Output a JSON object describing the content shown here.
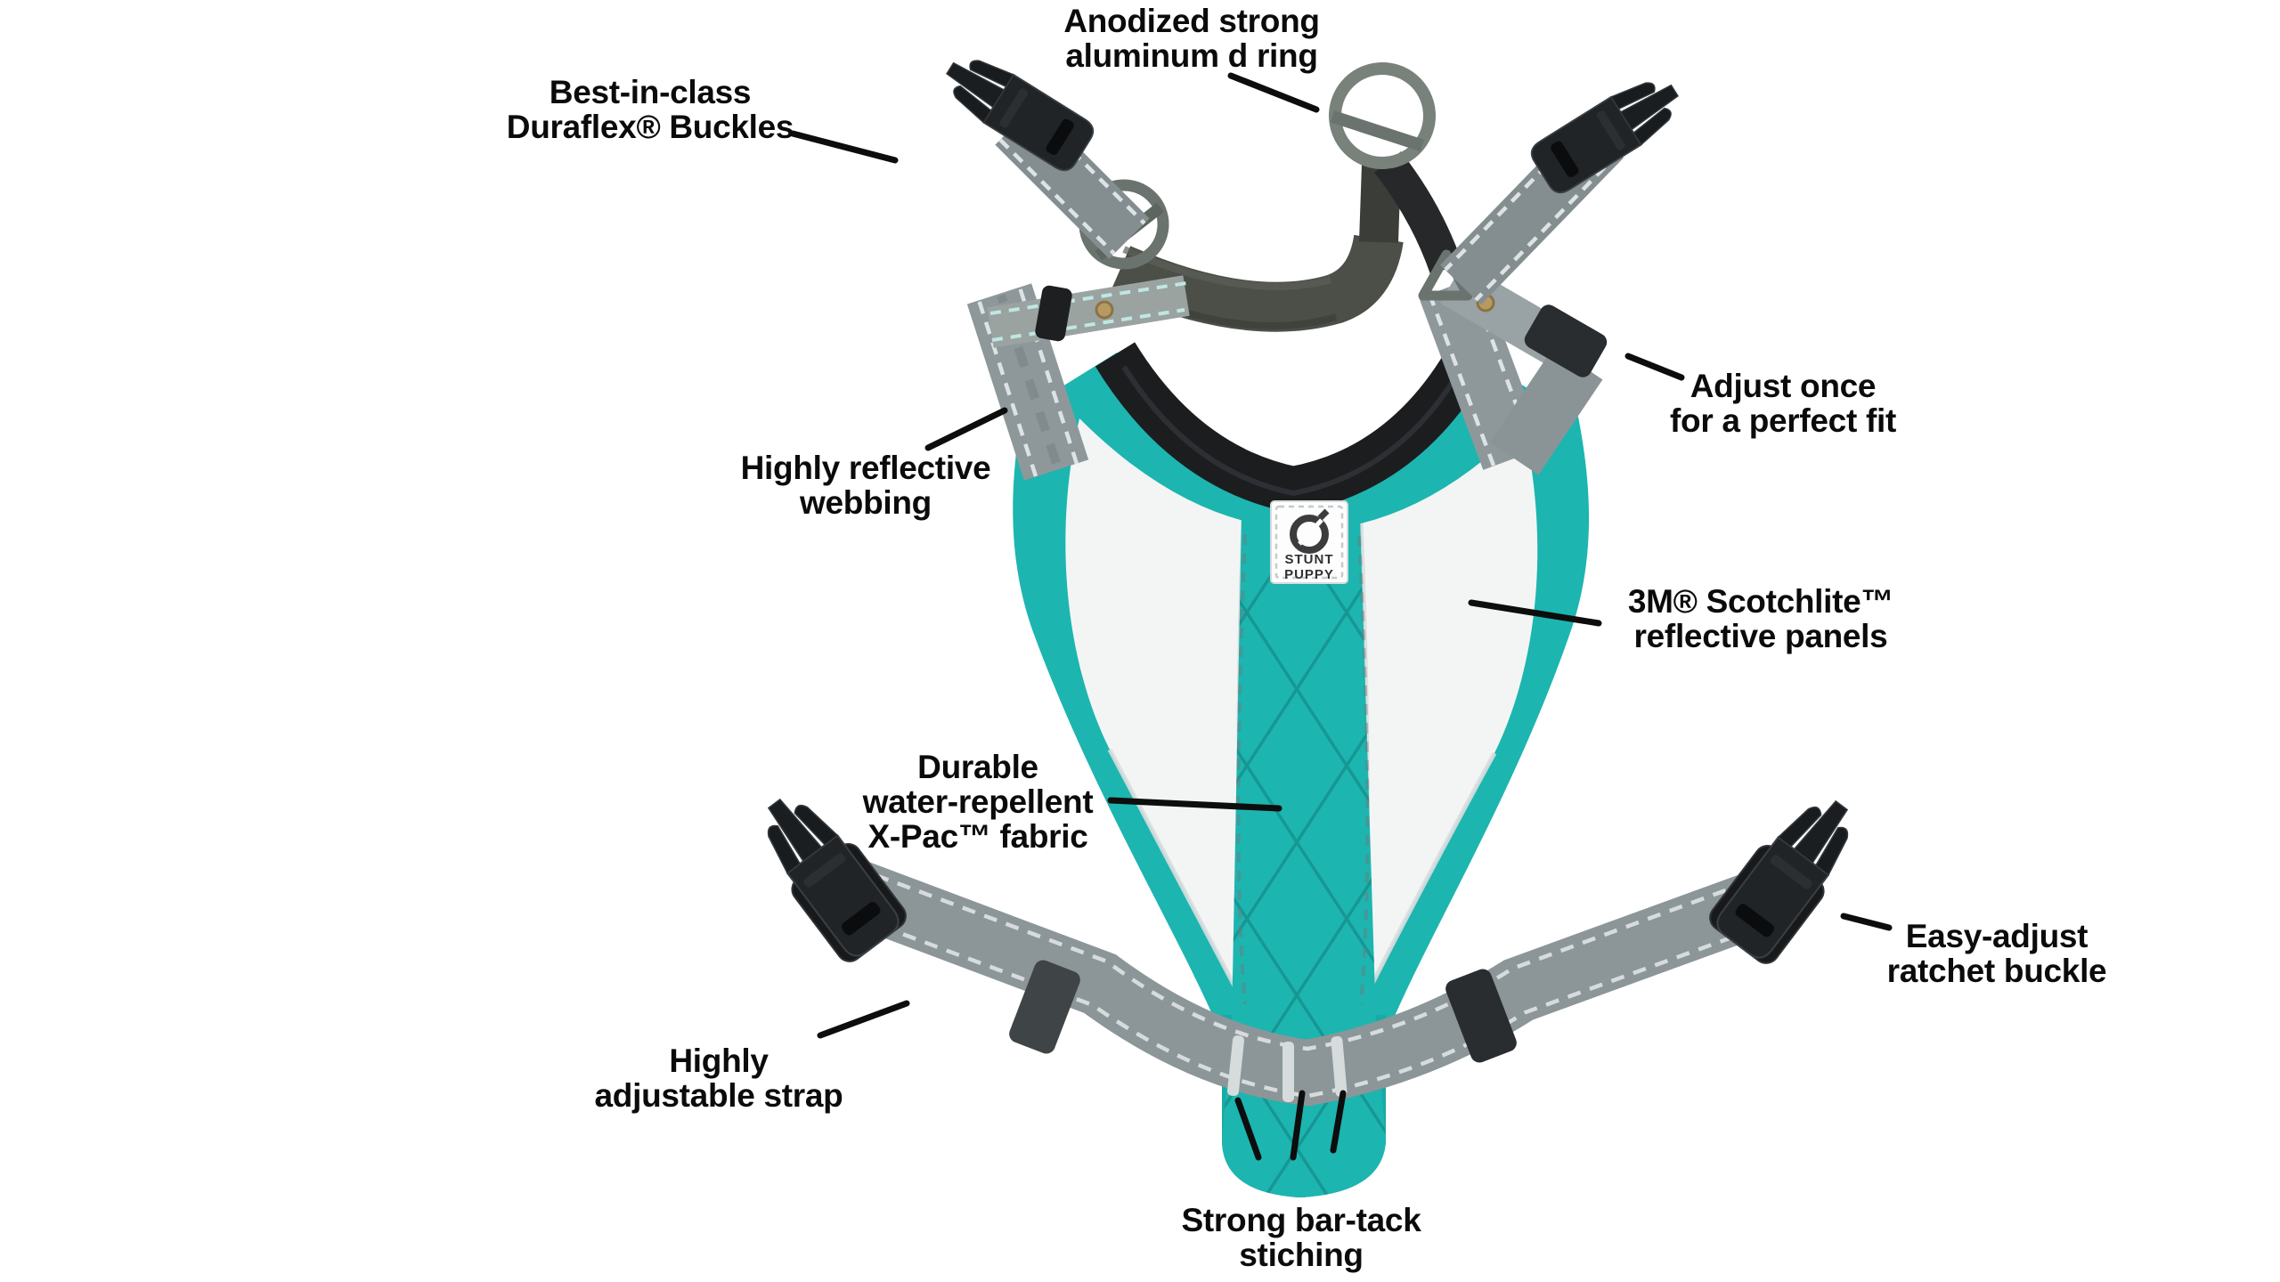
{
  "page": {
    "description": "Annotated product diagram of a teal Stunt Puppy dog harness on white background"
  },
  "colors": {
    "background": "#ffffff",
    "teal_fabric": "#1db5b0",
    "teal_dark": "#129d98",
    "white_panel": "#f3f5f5",
    "collar_black": "#1c1d1f",
    "webbing_gray": "#8e989a",
    "webbing_stitch": "#dde3e4",
    "dark_strap_olive": "#4b4f48",
    "metal_ring": "#6b736e",
    "buckle_black": "#212427",
    "label_text": "#0b0b0b"
  },
  "logo_patch": {
    "brand_line1": "STUNT",
    "brand_line2": "PUPPY",
    "icon": "stunt-puppy-ring-logo"
  },
  "annotations": {
    "duraflex_buckles": {
      "line1": "Best-in-class",
      "line2": "Duraflex® Buckles"
    },
    "aluminum_d_ring": {
      "line1": "Anodized strong",
      "line2": "aluminum d ring"
    },
    "adjust_once": {
      "line1": "Adjust once",
      "line2": "for a perfect fit"
    },
    "reflective_webbing": {
      "line1": "Highly reflective",
      "line2": "webbing"
    },
    "scotchlite_panels": {
      "line1": "3M® Scotchlite™",
      "line2": "reflective panels"
    },
    "xpac_fabric": {
      "line1": "Durable",
      "line2": "water-repellent",
      "line3": "X-Pac™ fabric"
    },
    "ratchet_buckle": {
      "line1": "Easy-adjust",
      "line2": "ratchet buckle"
    },
    "adjustable_strap": {
      "line1": "Highly",
      "line2": "adjustable strap"
    },
    "bartack_stitching": {
      "line1": "Strong bar-tack",
      "line2": "stiching"
    }
  }
}
